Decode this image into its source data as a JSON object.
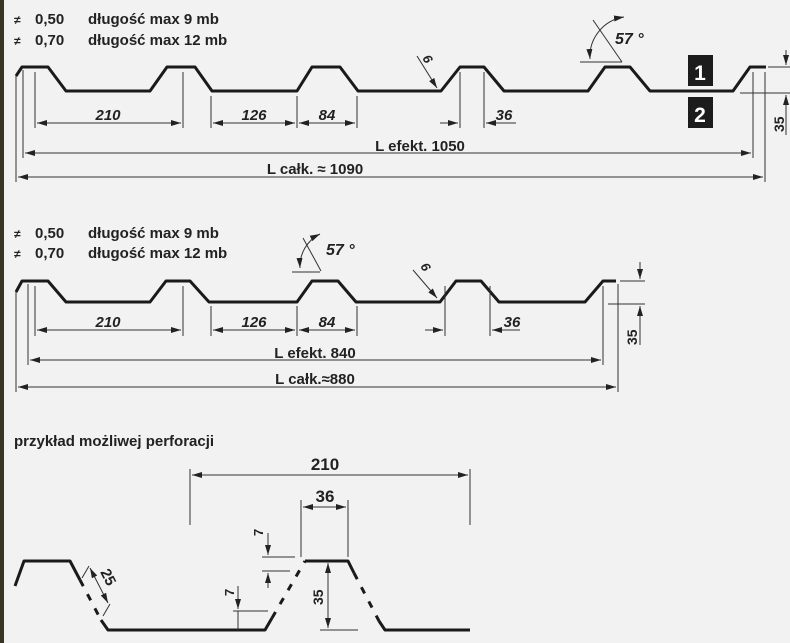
{
  "profile_1": {
    "spec_lines": [
      {
        "symbol": "≠",
        "thickness": "0,50",
        "length": "długość max 9 mb"
      },
      {
        "symbol": "≠",
        "thickness": "0,70",
        "length": "długość max 12 mb"
      }
    ],
    "dims": {
      "pitch": "210",
      "valley": "126",
      "rib_base": "84",
      "rib_top": "36",
      "radius": "6",
      "angle": "57 °",
      "height": "35"
    },
    "effective_label": "L efekt. 1050",
    "total_label": "L całk. ≈ 1090",
    "side_markers": [
      "1",
      "2"
    ]
  },
  "profile_2": {
    "spec_lines": [
      {
        "symbol": "≠",
        "thickness": "0,50",
        "length": "długość max 9 mb"
      },
      {
        "symbol": "≠",
        "thickness": "0,70",
        "length": "długość max 12 mb"
      }
    ],
    "dims": {
      "pitch": "210",
      "valley": "126",
      "rib_base": "84",
      "rib_top": "36",
      "radius": "6",
      "angle": "57 °",
      "height": "35"
    },
    "effective_label": "L efekt. 840",
    "total_label": "L całk.≈880"
  },
  "perforation": {
    "title": "przykład możliwej perforacji",
    "dims": {
      "pitch": "210",
      "rib_top": "36",
      "slope": "25",
      "offset_top": "7",
      "offset_bottom": "7",
      "height": "35"
    }
  }
}
